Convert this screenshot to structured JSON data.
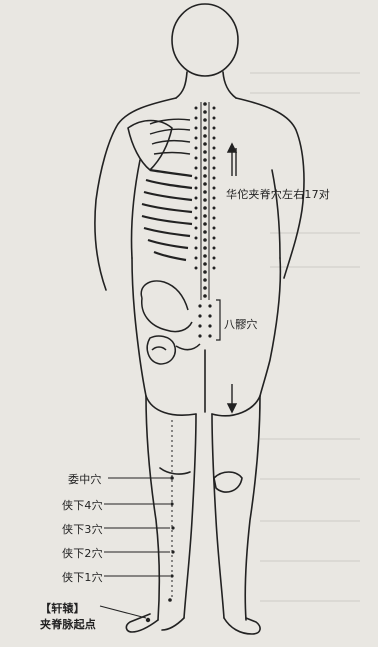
{
  "labels": {
    "huatuo": "华佗夹脊穴左右17对",
    "baliao": "八髎穴",
    "weizhong": "委中穴",
    "xiaxia4": "侠下4穴",
    "xiaxia3": "侠下3穴",
    "xiaxia2": "侠下2穴",
    "xiaxia1": "侠下1穴",
    "xuanyuan": "【轩辕】",
    "jiaji_start": "夹脊脉起点"
  },
  "colors": {
    "ink": "#222222",
    "paper": "#e9e7e2"
  }
}
